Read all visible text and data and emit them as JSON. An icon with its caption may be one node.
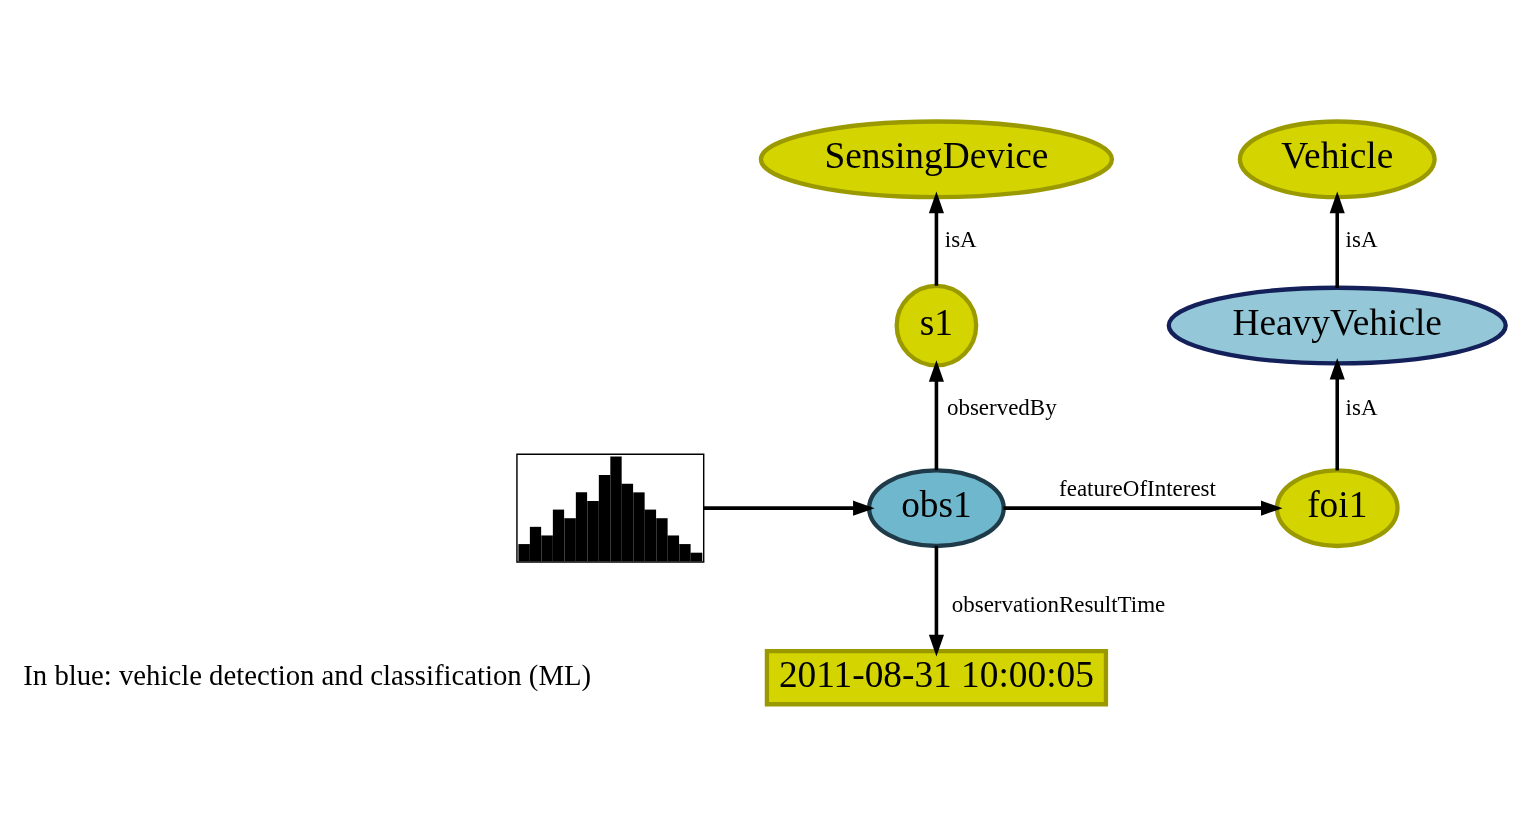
{
  "diagram": {
    "nodes": [
      {
        "text": [
          "SensingDevice"
        ]
      },
      {
        "text": [
          "Vehicle"
        ]
      },
      {
        "text": [
          "s1"
        ]
      },
      {
        "text": [
          "HeavyVehicle"
        ]
      },
      {
        "text": [],
        "shape": "picture"
      },
      {
        "text": [
          "obs1"
        ]
      },
      {
        "text": [
          "foi1"
        ]
      },
      {
        "text": [
          "2011-08-31 10:00:05"
        ]
      }
    ],
    "edges": [
      {
        "from": 2,
        "to": 0,
        "arrow": "to",
        "label": "isA"
      },
      {
        "from": 3,
        "to": 1,
        "arrow": "to",
        "label": "isA"
      },
      {
        "from": 5,
        "to": 2,
        "arrow": "to",
        "label": "observedBy"
      },
      {
        "from": 6,
        "to": 3,
        "arrow": "to",
        "label": "isA"
      },
      {
        "from": 4,
        "to": 5,
        "arrow": "to"
      },
      {
        "from": 5,
        "to": 6,
        "arrow": "to",
        "label": "featureOfInterest"
      },
      {
        "from": 5,
        "to": 7,
        "arrow": "to",
        "label": "observationResultTime"
      }
    ],
    "labels": [
      "In blue: vehicle detection and classification (ML)"
    ]
  }
}
